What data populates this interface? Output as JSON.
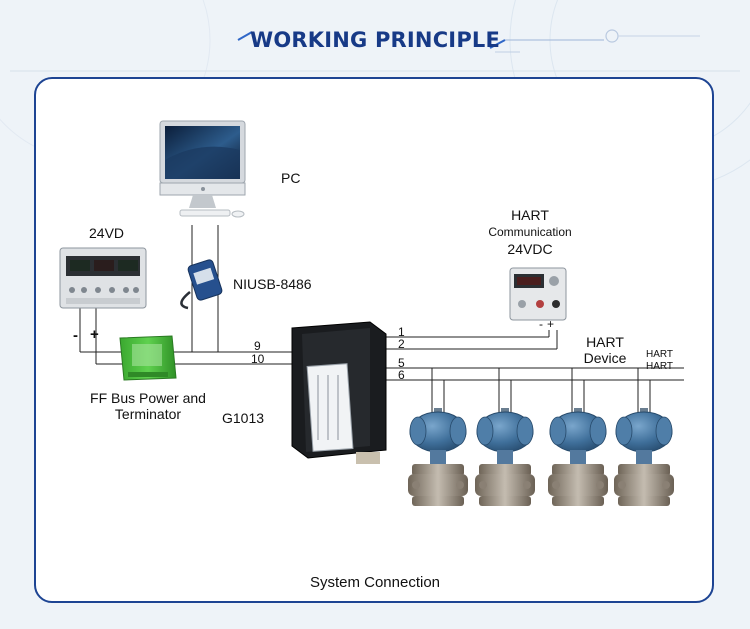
{
  "title": "WORKING PRINCIPLE",
  "labels": {
    "pc": "PC",
    "power_24vd": "24VD",
    "niusb": "NIUSB-8486",
    "ff_bus_line1": "FF Bus Power and",
    "ff_bus_line2": "Terminator",
    "g1013": "G1013",
    "hart_comm_line1": "HART",
    "hart_comm_line2": "Communication",
    "hart_comm_line3": "24VDC",
    "hart_device_line1": "HART",
    "hart_device_line2": "Device",
    "hart_small_1": "HART",
    "hart_small_2": "HART",
    "minus_left": "-",
    "plus_left": "+",
    "minus_right": "-",
    "plus_right": "+",
    "term_1": "1",
    "term_2": "2",
    "term_5": "5",
    "term_6": "6",
    "term_9": "9",
    "term_10": "10",
    "caption": "System Connection"
  },
  "colors": {
    "title": "#173a87",
    "panel_border": "#1d4493",
    "module_green": "#4cc63f",
    "transmitter_blue": "#3f6f9a"
  }
}
